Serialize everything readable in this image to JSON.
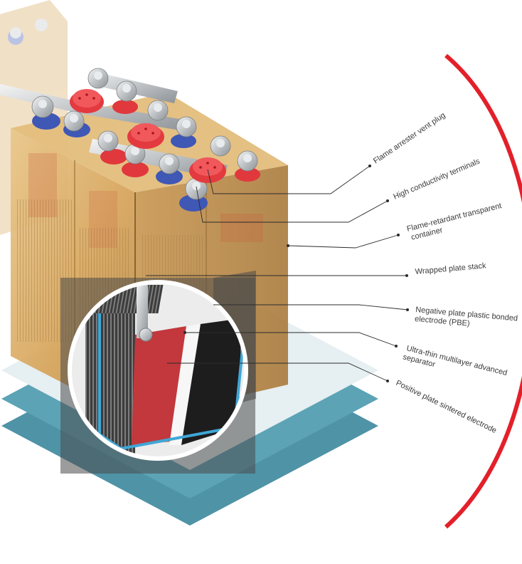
{
  "colors": {
    "accent_arc": "#e3202a",
    "vent_plug": "#e33a3f",
    "terminal_ring_blue": "#3f57b5",
    "container_amber": "#d8a95b",
    "platform_teal": "#5ba0b3",
    "platform_light": "#e4eef0"
  },
  "callouts": [
    {
      "id": "flame-arrester-vent-plug",
      "lines": [
        "Flame arrester vent plug"
      ]
    },
    {
      "id": "high-conductivity-terminals",
      "lines": [
        "High conductivity terminals"
      ]
    },
    {
      "id": "flame-retardant-container",
      "lines": [
        "Flame-retardant  transparent",
        "container"
      ]
    },
    {
      "id": "wrapped-plate-stack",
      "lines": [
        "Wrapped plate stack"
      ]
    },
    {
      "id": "negative-plate-pbe",
      "lines": [
        "Negative plate plastic bonded",
        "electrode (PBE)"
      ]
    },
    {
      "id": "ultra-thin-separator",
      "lines": [
        "Ultra-thin multilayer advanced",
        "separator"
      ]
    },
    {
      "id": "positive-plate-sintered",
      "lines": [
        "Positive plate sintered electrode"
      ]
    }
  ]
}
